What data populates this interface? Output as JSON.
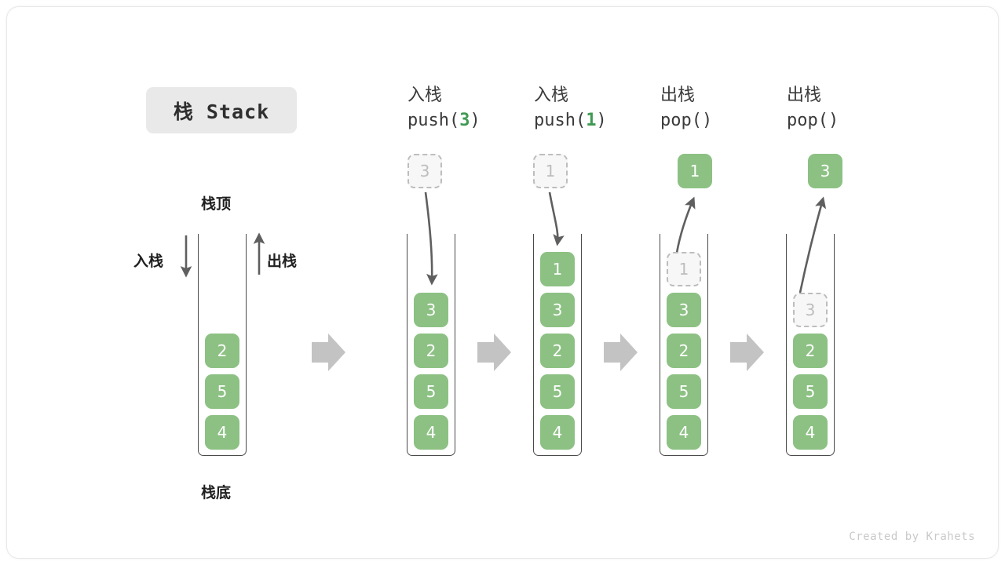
{
  "title_chip": {
    "label": "栈 Stack"
  },
  "labels": {
    "top": "栈顶",
    "bottom": "栈底",
    "push_side": "入栈",
    "pop_side": "出栈"
  },
  "watermark": "Created by Krahets",
  "colors": {
    "element_green": "#8cc183",
    "ghost_fill": "#f7f7f7",
    "ghost_border": "#bdbdbd",
    "ghost_text": "#bdbdbd",
    "arrow_gray": "#5f5f5f",
    "flow_arrow_gray": "#c3c3c3",
    "chip_bg": "#e9e9e9",
    "container_border": "#4a4a4a",
    "code_accent": "#3f9a52"
  },
  "columns": [
    {
      "id": "initial",
      "header_cn": "",
      "header_code": "",
      "stack": [
        "2",
        "5",
        "4"
      ],
      "ghost_in_stack": null,
      "floating": null
    },
    {
      "id": "push-3",
      "header_cn": "入栈",
      "header_code_prefix": "push(",
      "header_code_num": "3",
      "header_code_suffix": ")",
      "stack": [
        "3",
        "2",
        "5",
        "4"
      ],
      "ghost_in_stack": null,
      "floating": {
        "value": "3",
        "style": "ghost"
      }
    },
    {
      "id": "push-1",
      "header_cn": "入栈",
      "header_code_prefix": "push(",
      "header_code_num": "1",
      "header_code_suffix": ")",
      "stack": [
        "1",
        "3",
        "2",
        "5",
        "4"
      ],
      "ghost_in_stack": null,
      "floating": {
        "value": "1",
        "style": "ghost"
      }
    },
    {
      "id": "pop-1",
      "header_cn": "出栈",
      "header_code_prefix": "pop(",
      "header_code_num": "",
      "header_code_suffix": ")",
      "stack": [
        "3",
        "2",
        "5",
        "4"
      ],
      "ghost_in_stack": "1",
      "floating": {
        "value": "1",
        "style": "filled"
      }
    },
    {
      "id": "pop-2",
      "header_cn": "出栈",
      "header_code_prefix": "pop(",
      "header_code_num": "",
      "header_code_suffix": ")",
      "stack": [
        "2",
        "5",
        "4"
      ],
      "ghost_in_stack": "3",
      "floating": {
        "value": "3",
        "style": "filled"
      }
    }
  ],
  "flow_arrows_count": 4
}
